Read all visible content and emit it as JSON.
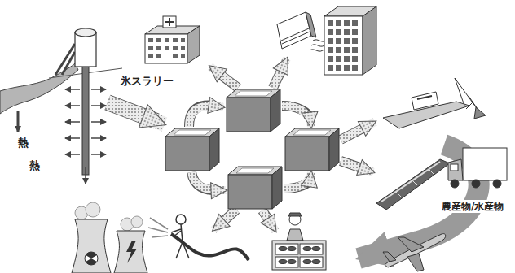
{
  "diagram": {
    "labels": [
      "氷スラリー",
      "熱",
      "熱",
      "農産物/水産物"
    ]
  }
}
